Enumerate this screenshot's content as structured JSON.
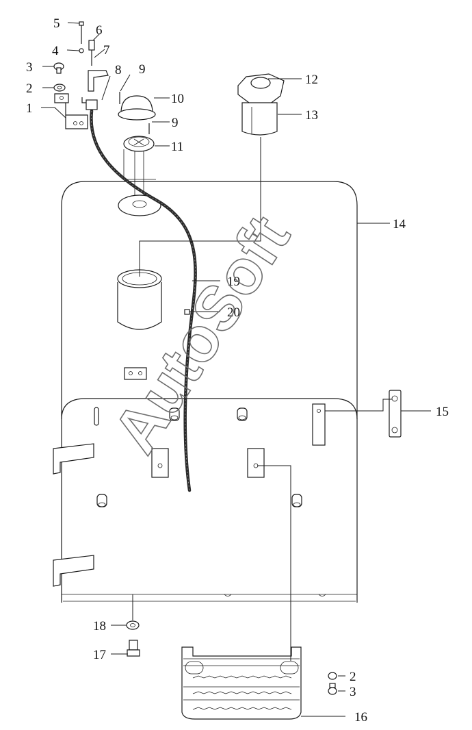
{
  "diagram": {
    "watermark": "AutoSoft",
    "callouts": [
      {
        "id": "c1",
        "label": "1"
      },
      {
        "id": "c2a",
        "label": "2"
      },
      {
        "id": "c3a",
        "label": "3"
      },
      {
        "id": "c4",
        "label": "4"
      },
      {
        "id": "c5",
        "label": "5"
      },
      {
        "id": "c6",
        "label": "6"
      },
      {
        "id": "c7",
        "label": "7"
      },
      {
        "id": "c8",
        "label": "8"
      },
      {
        "id": "c9a",
        "label": "9"
      },
      {
        "id": "c10",
        "label": "10"
      },
      {
        "id": "c9b",
        "label": "9"
      },
      {
        "id": "c11",
        "label": "11"
      },
      {
        "id": "c12",
        "label": "12"
      },
      {
        "id": "c13",
        "label": "13"
      },
      {
        "id": "c14",
        "label": "14"
      },
      {
        "id": "c15",
        "label": "15"
      },
      {
        "id": "c16",
        "label": "16"
      },
      {
        "id": "c17",
        "label": "17"
      },
      {
        "id": "c18",
        "label": "18"
      },
      {
        "id": "c19",
        "label": "19"
      },
      {
        "id": "c20",
        "label": "20"
      },
      {
        "id": "c2b",
        "label": "2"
      },
      {
        "id": "c3b",
        "label": "3"
      }
    ]
  }
}
